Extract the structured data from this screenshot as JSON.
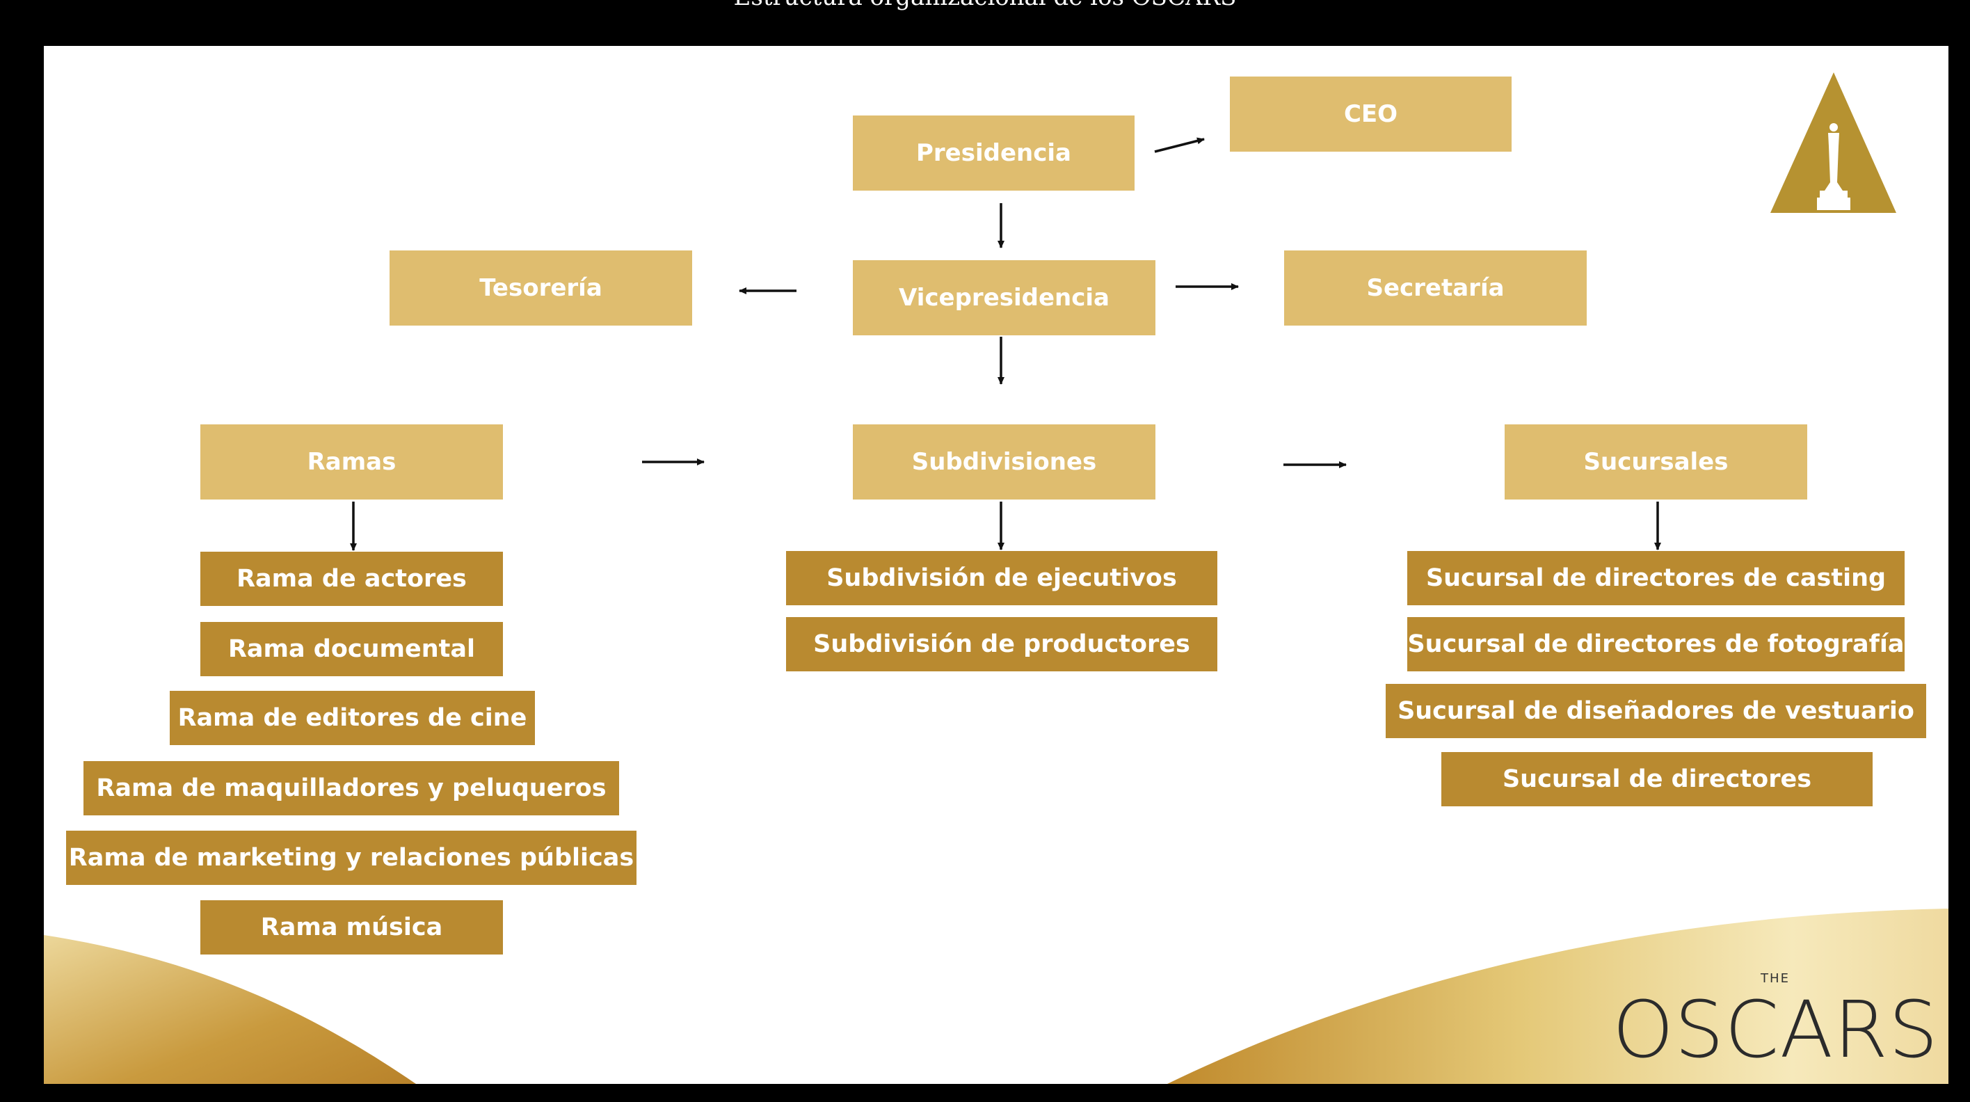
{
  "page": {
    "title": "Estructura organizacional de los OSCARS"
  },
  "org_chart": {
    "presidencia": "Presidencia",
    "ceo": "CEO",
    "vicepresidencia": "Vicepresidencia",
    "tesoreria": "Tesorería",
    "secretaria": "Secretaría",
    "ramas": {
      "label": "Ramas",
      "items": [
        "Rama de actores",
        "Rama documental",
        "Rama de editores de cine",
        "Rama de maquilladores y peluqueros",
        "Rama de marketing y relaciones públicas",
        "Rama música"
      ]
    },
    "subdivisiones": {
      "label": "Subdivisiones",
      "items": [
        "Subdivisión de ejecutivos",
        "Subdivisión de productores"
      ]
    },
    "sucursales": {
      "label": "Sucursales",
      "items": [
        "Sucursal de directores de casting",
        "Sucursal de directores de fotografía",
        "Sucursal de diseñadores de vestuario",
        "Sucursal de directores"
      ]
    }
  },
  "branding": {
    "logo_the": "THE",
    "logo_name": "OSCARS"
  },
  "colors": {
    "light_box": "#dfbd6f",
    "dark_box": "#b98a30",
    "gold_accent": "#c9a24a",
    "background": "#000000",
    "slide": "#ffffff"
  }
}
